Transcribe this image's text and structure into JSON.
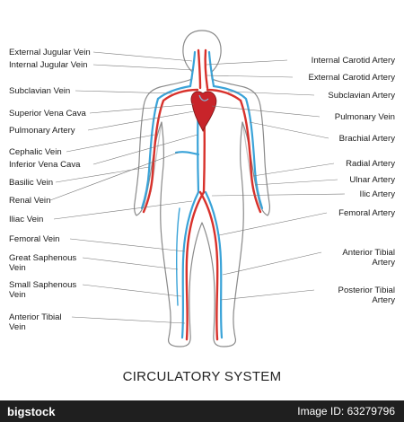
{
  "title": "CIRCULATORY SYSTEM",
  "colors": {
    "artery": "#d8312b",
    "vein": "#3aa3d8",
    "outline": "#8a8a8a",
    "heart": "#c8242a"
  },
  "left_labels": [
    {
      "id": "external-jugular-vein",
      "text": "External Jugular Vein"
    },
    {
      "id": "internal-jugular-vein",
      "text": "Internal Jugular Vein"
    },
    {
      "id": "subclavian-vein",
      "text": "Subclavian Vein"
    },
    {
      "id": "superior-vena-cava",
      "text": "Superior Vena Cava"
    },
    {
      "id": "pulmonary-artery",
      "text": "Pulmonary Artery"
    },
    {
      "id": "cephalic-vein",
      "text": "Cephalic Vein"
    },
    {
      "id": "inferior-vena-cava",
      "text": "Inferior Vena Cava"
    },
    {
      "id": "basilic-vein",
      "text": "Basilic Vein"
    },
    {
      "id": "renal-vein",
      "text": "Renal Vein"
    },
    {
      "id": "iliac-vein",
      "text": "Iliac Vein"
    },
    {
      "id": "femoral-vein",
      "text": "Femoral Vein"
    },
    {
      "id": "great-saphenous-vein",
      "text": "Great Saphenous Vein"
    },
    {
      "id": "small-saphenous-vein",
      "text": "Small Saphenous Vein"
    },
    {
      "id": "anterior-tibial-vein",
      "text": "Anterior Tibial Vein"
    }
  ],
  "right_labels": [
    {
      "id": "internal-carotid-artery",
      "text": "Internal Carotid Artery"
    },
    {
      "id": "external-carotid-artery",
      "text": "External Carotid Artery"
    },
    {
      "id": "subclavian-artery",
      "text": "Subclavian Artery"
    },
    {
      "id": "pulmonary-vein",
      "text": "Pulmonary Vein"
    },
    {
      "id": "brachial-artery",
      "text": "Brachial Artery"
    },
    {
      "id": "radial-artery",
      "text": "Radial Artery"
    },
    {
      "id": "ulnar-artery",
      "text": "Ulnar Artery"
    },
    {
      "id": "ilic-artery",
      "text": "Ilic Artery"
    },
    {
      "id": "femoral-artery",
      "text": "Femoral Artery"
    },
    {
      "id": "anterior-tibial-artery",
      "text": "Anterior Tibial Artery"
    },
    {
      "id": "posterior-tibial-artery",
      "text": "Posterior Tibial Artery"
    }
  ],
  "footer": {
    "brand": "bigstock",
    "stock_id": "Image ID: 63279796"
  }
}
